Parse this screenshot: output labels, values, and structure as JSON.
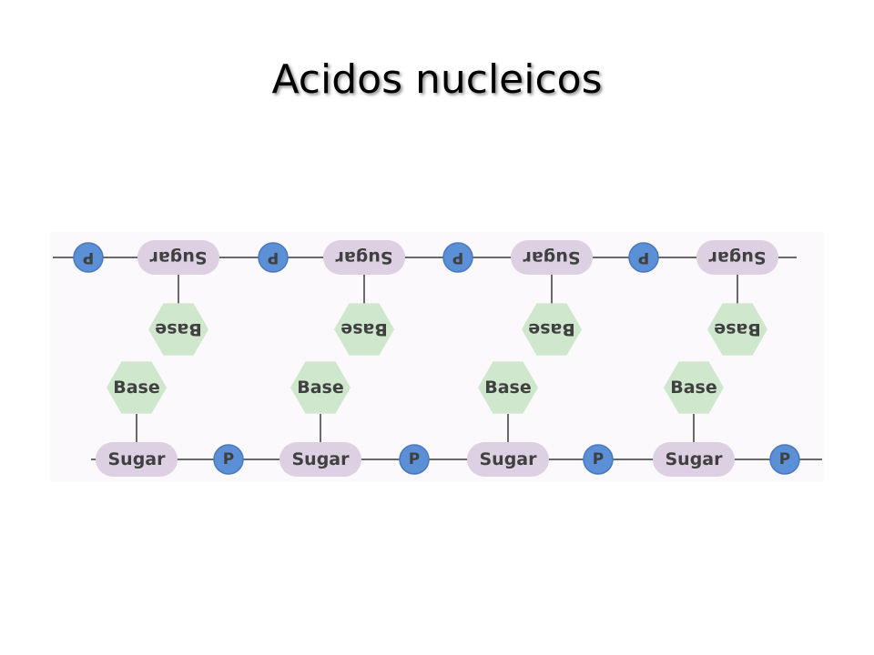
{
  "title": "Acidos nucleicos",
  "diagram": {
    "phosphate_label": "P",
    "sugar_label": "Sugar",
    "base_label": "Base",
    "colors": {
      "phosphate": "#5b8fd6",
      "phosphate_stroke": "#4a78bf",
      "sugar": "#ddd0e3",
      "base": "#cfe7cd",
      "text": "#404040",
      "line": "#6a6a6a",
      "panel": "#fbf9fb"
    }
  }
}
